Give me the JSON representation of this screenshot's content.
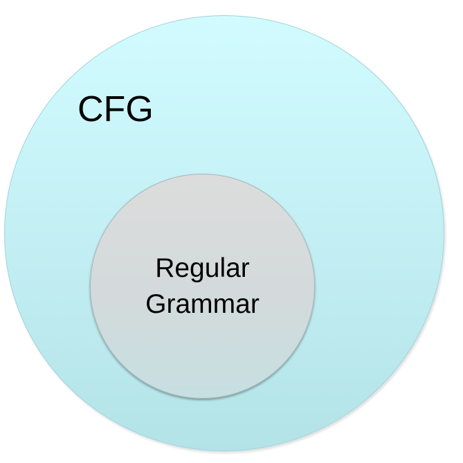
{
  "diagram": {
    "outer_set": {
      "label": "CFG",
      "color": "#c8f3f7"
    },
    "inner_set": {
      "label_line1": "Regular",
      "label_line2": "Grammar",
      "color": "#d5d9da"
    }
  }
}
